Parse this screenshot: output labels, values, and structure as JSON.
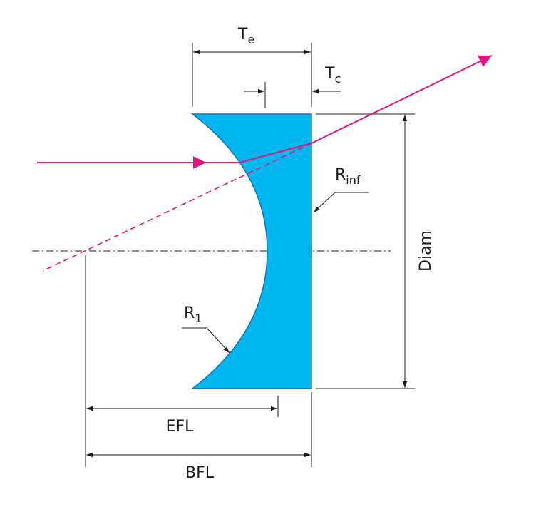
{
  "labels": {
    "te_main": "T",
    "te_sub": "e",
    "tc_main": "T",
    "tc_sub": "c",
    "rinf_main": "R",
    "rinf_sub": "inf",
    "r1_main": "R",
    "r1_sub": "1",
    "diam": "Diam",
    "efl": "EFL",
    "bfl": "BFL"
  },
  "colors": {
    "lens_fill": "#00b7f0",
    "lens_stroke": "#1a6fb0",
    "ray": "#e0157f",
    "line": "#1a1a1a"
  }
}
